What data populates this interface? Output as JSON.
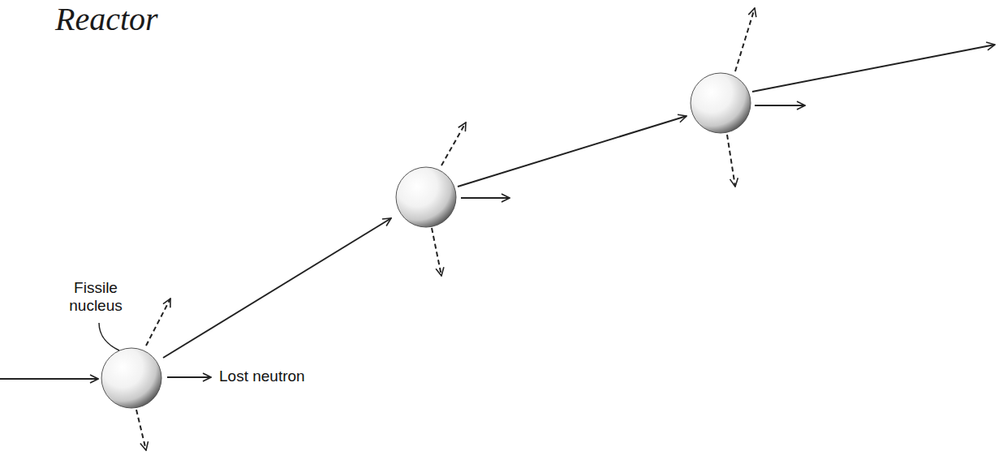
{
  "diagram": {
    "title": "Reactor",
    "labels": [
      "Fissile nucleus",
      "Lost neutron"
    ]
  }
}
